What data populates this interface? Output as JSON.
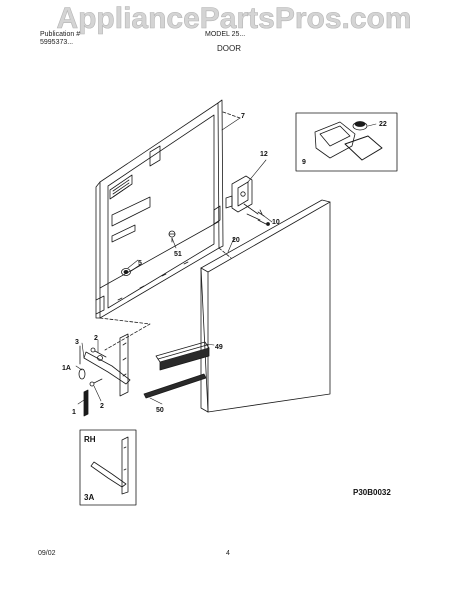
{
  "watermark": {
    "text": "AppliancePartsPros.com"
  },
  "header": {
    "left_line1": "Publication #",
    "left_line2": "5995373...",
    "model_line1": "MODEL 25...",
    "section": "DOOR"
  },
  "callouts": [
    "7",
    "22",
    "9",
    "12",
    "10",
    "20",
    "51",
    "5",
    "3",
    "2",
    "1A",
    "1",
    "49",
    "2",
    "50"
  ],
  "inset": {
    "rh": "RH",
    "part": "3A"
  },
  "drawing_number": "P30B0032",
  "footer": {
    "date": "09/02",
    "page": "4"
  },
  "colors": {
    "line": "#1a1a1a",
    "watermark": "#cfcfcf",
    "background": "#ffffff"
  }
}
